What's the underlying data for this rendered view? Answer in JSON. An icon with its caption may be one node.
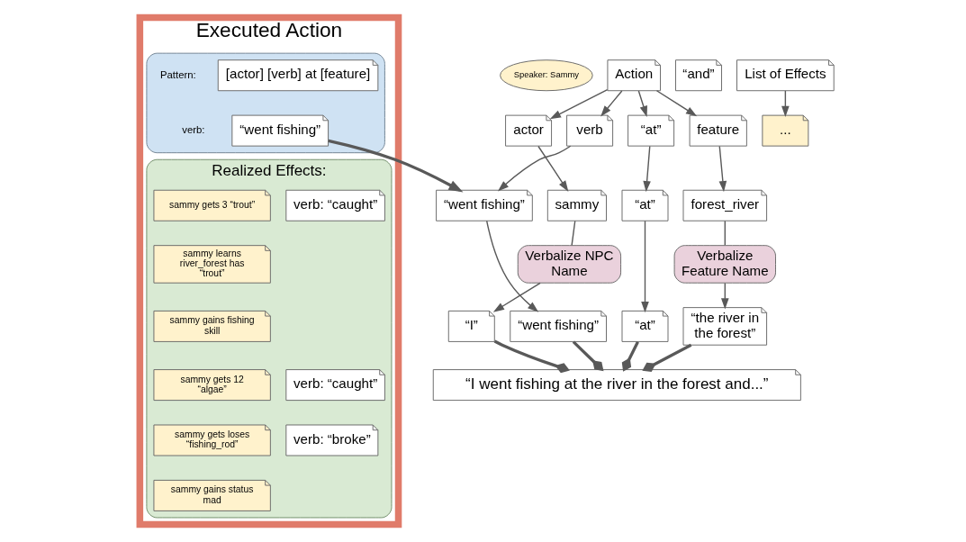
{
  "diagram": {
    "nodes": [
      {
        "text": [
          "Executed Action"
        ]
      },
      {
        "text": [],
        "shape": "box",
        "in": 0
      },
      {
        "text": [
          "[actor] [verb] at [feature]"
        ],
        "in": 1,
        "beside": [
          "Pattern:"
        ]
      },
      {
        "text": [
          "“went fishing”"
        ],
        "in": 1,
        "beside": [
          "verb:"
        ]
      },
      {
        "text": [
          "Realized Effects:"
        ],
        "in": 0
      },
      {
        "text": [
          "sammy gets 3 “trout”"
        ],
        "in": 4
      },
      {
        "text": [
          "verb: “caught”"
        ],
        "in": 4
      },
      {
        "text": [
          "sammy learns river_forest has “trout”"
        ],
        "in": 4
      },
      {
        "text": [
          "sammy gains fishing skill"
        ],
        "in": 4
      },
      {
        "text": [
          "sammy gets 12 “algae”"
        ],
        "in": 4
      },
      {
        "text": [
          "verb: “caught”"
        ],
        "in": 4
      },
      {
        "text": [
          "sammy gets loses “fishing_rod”"
        ],
        "in": 4
      },
      {
        "text": [
          "verb: “broke”"
        ],
        "in": 4
      },
      {
        "text": [
          "sammy gains status mad"
        ],
        "in": 4
      },
      {
        "text": [
          "Speaker: Sammy"
        ]
      },
      {
        "text": [
          "Action"
        ]
      },
      {
        "text": [
          "“and”"
        ]
      },
      {
        "text": [
          "List of Effects"
        ]
      },
      {
        "text": [
          "actor"
        ]
      },
      {
        "text": [
          "verb"
        ]
      },
      {
        "text": [
          "“at”"
        ]
      },
      {
        "text": [
          "feature"
        ]
      },
      {
        "text": [
          "..."
        ]
      },
      {
        "text": [
          "“went fishing”"
        ]
      },
      {
        "text": [
          "sammy"
        ]
      },
      {
        "text": [
          "“at”"
        ]
      },
      {
        "text": [
          "forest_river"
        ]
      },
      {
        "text": [
          "Verbalize NPC Name"
        ]
      },
      {
        "text": [
          "Verbalize Feature Name"
        ]
      },
      {
        "text": [
          "“I”"
        ]
      },
      {
        "text": [
          "“went fishing”"
        ]
      },
      {
        "text": [
          "“at”"
        ]
      },
      {
        "text": [
          "“the river in the forest”"
        ]
      },
      {
        "text": [
          "“I went fishing at the river in the forest and...”"
        ]
      }
    ],
    "edges": [
      {
        "from": 15,
        "to": 18,
        "arrow": "to"
      },
      {
        "from": 15,
        "to": 19,
        "arrow": "to"
      },
      {
        "from": 15,
        "to": 20,
        "arrow": "to"
      },
      {
        "from": 15,
        "to": 21,
        "arrow": "to"
      },
      {
        "from": 17,
        "to": 22,
        "arrow": "to"
      },
      {
        "from": 3,
        "to": 23,
        "arrow": "to",
        "style": "thick"
      },
      {
        "from": 19,
        "to": 23,
        "arrow": "to"
      },
      {
        "from": 18,
        "to": 24,
        "arrow": "to"
      },
      {
        "from": 20,
        "to": 25,
        "arrow": "to"
      },
      {
        "from": 21,
        "to": 26,
        "arrow": "to"
      },
      {
        "from": 24,
        "to": 27,
        "arrow": "none"
      },
      {
        "from": 27,
        "to": 29,
        "arrow": "to"
      },
      {
        "from": 23,
        "to": 30,
        "arrow": "to"
      },
      {
        "from": 25,
        "to": 31,
        "arrow": "to"
      },
      {
        "from": 26,
        "to": 28,
        "arrow": "none"
      },
      {
        "from": 28,
        "to": 32,
        "arrow": "to"
      },
      {
        "from": 29,
        "to": 33,
        "arrow": "other",
        "style": "thick"
      },
      {
        "from": 30,
        "to": 33,
        "arrow": "other",
        "style": "thick"
      },
      {
        "from": 31,
        "to": 33,
        "arrow": "other",
        "style": "thick"
      },
      {
        "from": 32,
        "to": 33,
        "arrow": "other",
        "style": "thick"
      }
    ]
  }
}
